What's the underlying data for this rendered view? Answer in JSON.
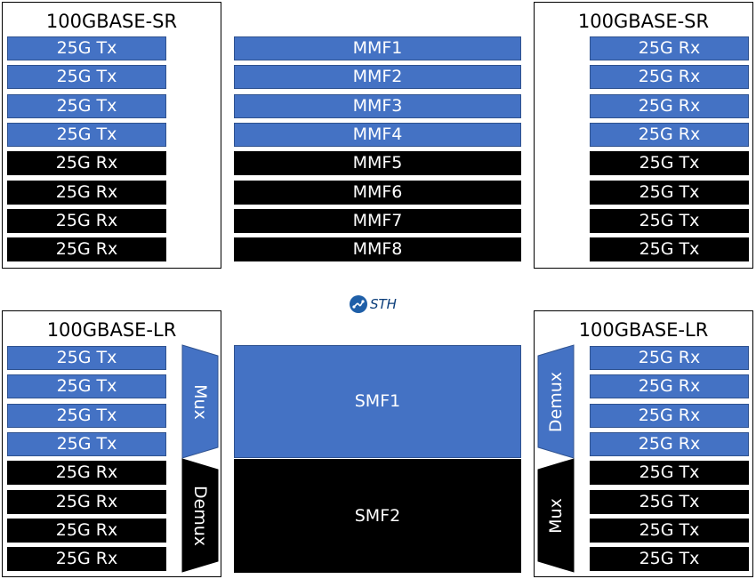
{
  "sr_left": {
    "title": "100GBASE-SR",
    "lanes": [
      "25G Tx",
      "25G Tx",
      "25G Tx",
      "25G Tx",
      "25G Rx",
      "25G Rx",
      "25G Rx",
      "25G Rx"
    ]
  },
  "sr_right": {
    "title": "100GBASE-SR",
    "lanes": [
      "25G Rx",
      "25G Rx",
      "25G Rx",
      "25G Rx",
      "25G Tx",
      "25G Tx",
      "25G Tx",
      "25G Tx"
    ]
  },
  "mmf": [
    "MMF1",
    "MMF2",
    "MMF3",
    "MMF4",
    "MMF5",
    "MMF6",
    "MMF7",
    "MMF8"
  ],
  "lr_left": {
    "title": "100GBASE-LR",
    "lanes": [
      "25G Tx",
      "25G Tx",
      "25G Tx",
      "25G Tx",
      "25G Rx",
      "25G Rx",
      "25G Rx",
      "25G Rx"
    ],
    "mux": "Mux",
    "demux": "Demux"
  },
  "lr_right": {
    "title": "100GBASE-LR",
    "lanes": [
      "25G Rx",
      "25G Rx",
      "25G Rx",
      "25G Rx",
      "25G Tx",
      "25G Tx",
      "25G Tx",
      "25G Tx"
    ],
    "demux": "Demux",
    "mux": "Mux"
  },
  "smf": [
    "SMF1",
    "SMF2"
  ],
  "logo": "STH",
  "colors": {
    "blue": "#4472c4",
    "black": "#000000"
  }
}
